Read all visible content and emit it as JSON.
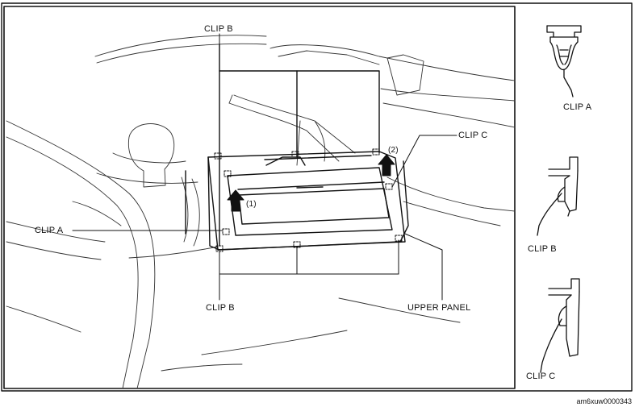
{
  "labels": {
    "clip_b_top": "CLIP B",
    "clip_b_bottom": "CLIP B",
    "clip_a_left": "CLIP A",
    "clip_c_top": "CLIP C",
    "upper_panel": "UPPER PANEL",
    "step_1": "(1)",
    "step_2": "(2)"
  },
  "details": {
    "clip_a": "CLIP A",
    "clip_b": "CLIP B",
    "clip_c": "CLIP C"
  },
  "figure_id": "am6xuw0000343"
}
